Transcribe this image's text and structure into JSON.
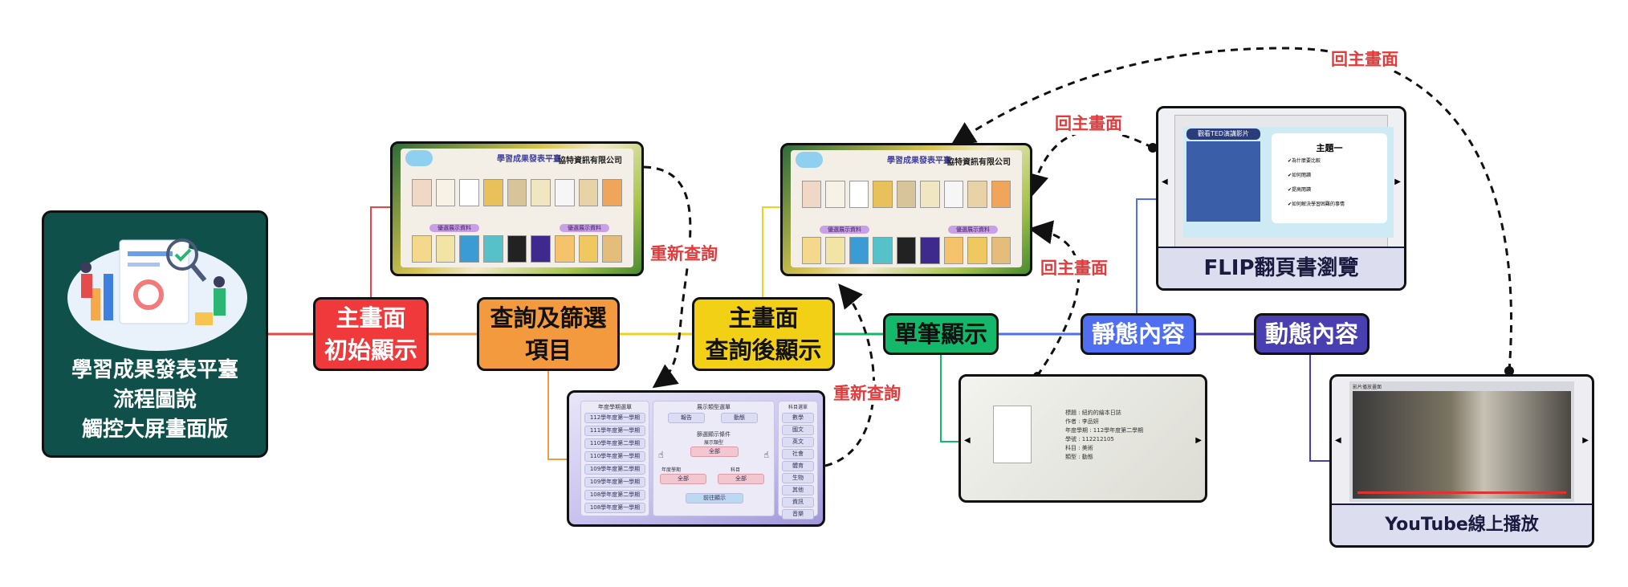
{
  "root": {
    "title_lines": [
      "學習成果發表平臺",
      "流程圖說",
      "觸控大屏畫面版"
    ]
  },
  "nodes": {
    "main_initial": {
      "lines": [
        "主畫面",
        "初始顯示"
      ],
      "color": "#f0393b"
    },
    "query_filter": {
      "lines": [
        "查詢及篩選",
        "項目"
      ],
      "color": "#f39a3f"
    },
    "main_after_query": {
      "lines": [
        "主畫面",
        "查詢後顯示"
      ],
      "color": "#f2d016"
    },
    "single_display": {
      "lines": [
        "單筆顯示"
      ],
      "color": "#14b86a"
    },
    "static_content": {
      "lines": [
        "靜態內容"
      ],
      "color": "#4f6ff0"
    },
    "dynamic_content": {
      "lines": [
        "動態內容"
      ],
      "color": "#4a3fb0"
    }
  },
  "labels": {
    "back_to_main_top": "回主畫面",
    "back_to_main_mid": "回主畫面",
    "back_to_main_low": "回主畫面",
    "requery_left": "重新查詢",
    "requery_right": "重新查詢",
    "flip_caption": "FLIP翻頁書瀏覽",
    "youtube_caption": "YouTube線上播放"
  },
  "thumb_main_initial": {
    "header_title": "學習成果發表平臺",
    "company": "協特資訊有限公司",
    "section_left": "優選展示資料",
    "section_right": "優選展示資料"
  },
  "thumb_main_after": {
    "header_title": "學習成果發表平臺",
    "company": "協特資訊有限公司",
    "section_left": "優選展示資料",
    "section_right": "優選展示資料"
  },
  "thumb_filter": {
    "col1_title": "年度學期選單",
    "col1_items": [
      "112學年度第一學期",
      "111學年度第一學期",
      "110學年度第二學期",
      "110學年度第一學期",
      "109學年度第二學期",
      "109學年度第一學期",
      "108學年度第二學期",
      "108學年度第一學期"
    ],
    "col2_title": "展示類型選單",
    "type_a": "報告",
    "type_b": "動態",
    "cond_title": "篩選顯示條件",
    "cond_type": "展示類型",
    "all": "全部",
    "year_label": "年度學期",
    "subject_label": "科目",
    "year_value": "全部",
    "subject_value": "全部",
    "go_button": "前往顯示",
    "col3_title": "科目選單",
    "col3_items": [
      "數學",
      "國文",
      "英文",
      "社會",
      "體育",
      "生物",
      "其他",
      "資訊",
      "音樂"
    ]
  },
  "thumb_single": {
    "fields": [
      "標題 : 紐約的繪本日誌",
      "作者 : 李品妍",
      "年度學期 : 112學年度第二學期",
      "學號 : 112212105",
      "科目 : 美術",
      "類型 : 動態"
    ]
  },
  "thumb_flip": {
    "video_title": "觀看TED演講影片",
    "topic": "主題一",
    "bullets": [
      "✔為什麼要比較",
      "✔如何閱讀",
      "✔提高閱讀",
      "✔如何解決學習困難的事情"
    ]
  },
  "thumb_yt": {
    "bar_title": "影片播放畫面"
  }
}
